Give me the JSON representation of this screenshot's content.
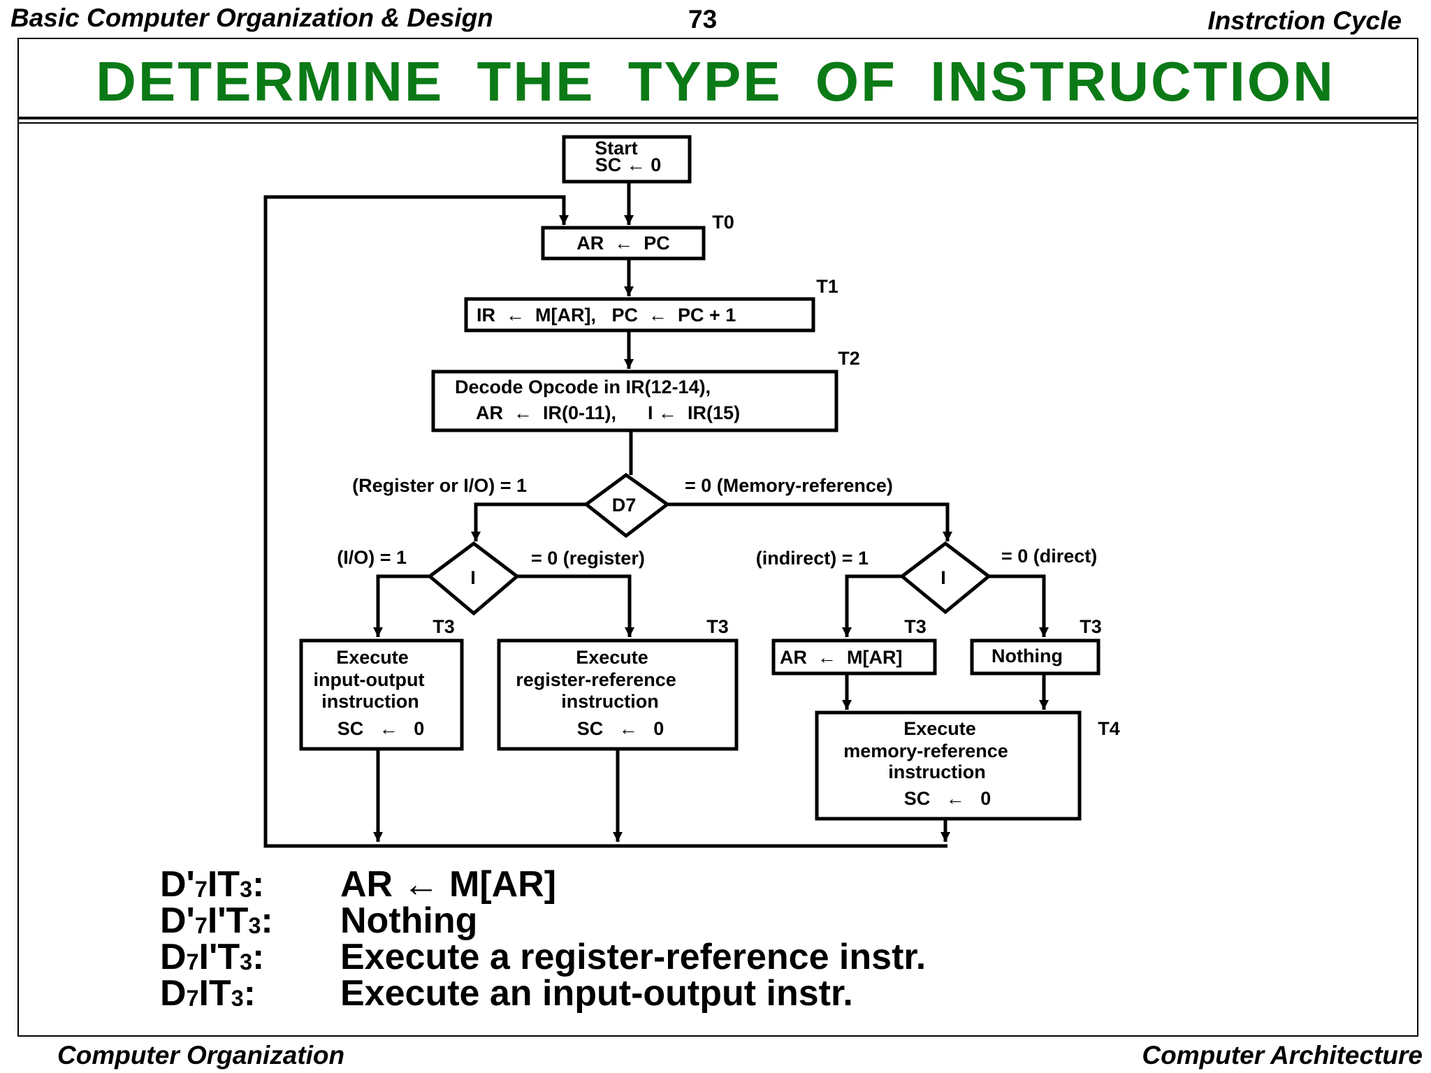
{
  "header": {
    "left": "Basic Computer Organization & Design",
    "page_number": "73",
    "right": "Instrction Cycle"
  },
  "title": "DETERMINE  THE  TYPE  OF  INSTRUCTION",
  "footer": {
    "left": "Computer Organization",
    "right": "Computer Architecture"
  },
  "flowchart": {
    "start_line1": "Start",
    "start_line2": "SC ← 0",
    "t0_box": "AR  ←  PC",
    "t0_label": "T0",
    "t1_box": "IR  ←  M[AR],   PC  ←  PC + 1",
    "t1_label": "T1",
    "t2_line1": "Decode Opcode in IR(12-14),",
    "t2_line2": "AR  ←  IR(0-11),      I ←  IR(15)",
    "t2_label": "T2",
    "d7_label": "D7",
    "d7_left": "(Register or I/O) = 1",
    "d7_right": "= 0 (Memory-reference)",
    "i_label": "I",
    "i_left_left": "(I/O) = 1",
    "i_left_right": "= 0 (register)",
    "i_right_left": "(indirect) = 1",
    "i_right_right": "= 0 (direct)",
    "t3_label": "T3",
    "t4_label": "T4",
    "io_line1": "Execute",
    "io_line2": "input-output",
    "io_line3": "instruction",
    "io_line4": "SC   ←   0",
    "rr_line1": "Execute",
    "rr_line2": "register-reference",
    "rr_line3": "instruction",
    "rr_line4": "SC   ←   0",
    "indirect_box": "AR  ←  M[AR]",
    "direct_box": "Nothing",
    "mr_line1": "Execute",
    "mr_line2": "memory-reference",
    "mr_line3": "instruction",
    "mr_line4": "SC   ←   0"
  },
  "equations": [
    {
      "cond": "D'7IT3:",
      "action": "AR ← M[AR]"
    },
    {
      "cond": "D'7I'T3:",
      "action": "Nothing"
    },
    {
      "cond": "D7I'T3:",
      "action": "Execute a register-reference instr."
    },
    {
      "cond": "D7IT3:",
      "action": "Execute an input-output instr."
    }
  ]
}
